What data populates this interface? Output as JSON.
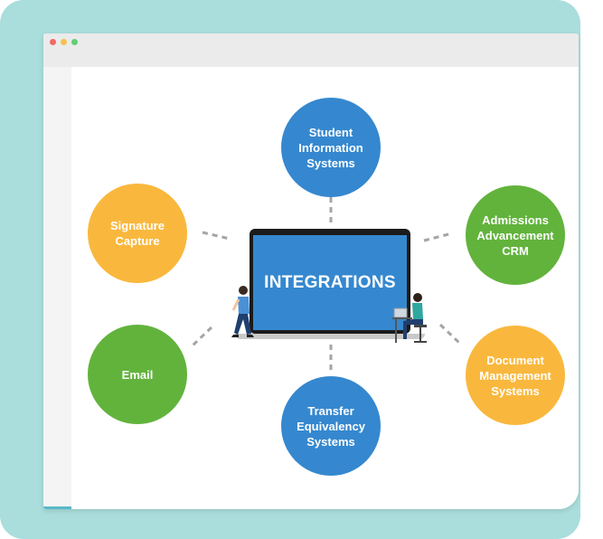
{
  "window": {
    "buttons": [
      "close",
      "minimize",
      "maximize"
    ]
  },
  "center": {
    "title": "INTEGRATIONS",
    "device": "laptop-icon"
  },
  "nodes": [
    {
      "label": "Student\nInformation\nSystems",
      "color": "#3588cf"
    },
    {
      "label": "Admissions\nAdvancement\nCRM",
      "color": "#62b33c"
    },
    {
      "label": "Document\nManagement\nSystems",
      "color": "#f9b83d"
    },
    {
      "label": "Transfer\nEquivalency\nSystems",
      "color": "#3588cf"
    },
    {
      "label": "Email",
      "color": "#62b33c"
    },
    {
      "label": "Signature\nCapture",
      "color": "#f9b83d"
    }
  ],
  "colors": {
    "background": "#a9dedc",
    "blue": "#3588cf",
    "green": "#62b33c",
    "yellow": "#f9b83d"
  }
}
